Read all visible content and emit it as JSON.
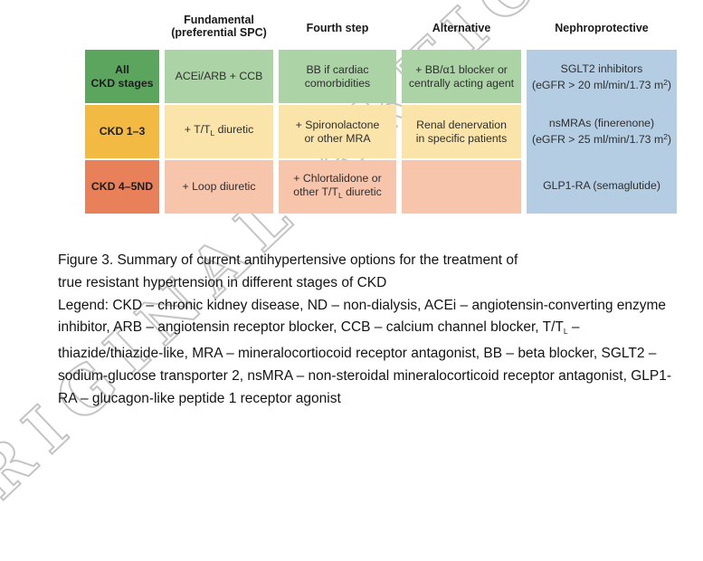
{
  "watermark": {
    "text": "ORIGINAL ARTICLE",
    "color": "#c4c4c4"
  },
  "table": {
    "headers": {
      "fundamental_line1": "Fundamental",
      "fundamental_line2": "(preferential SPC)",
      "fourth_step": "Fourth step",
      "alternative": "Alternative",
      "nephroprotective": "Nephroprotective"
    },
    "colors": {
      "stage_all": "#5ba55f",
      "cells_all": "#abd3a5",
      "stage_ckd13": "#f2ba43",
      "cells_ckd13": "#fbe4a9",
      "stage_ckd45": "#e8815a",
      "cells_ckd45": "#f7c4ac",
      "nephro_column": "#b4cde2"
    },
    "row_all": {
      "stage_line1": "All",
      "stage_line2": "CKD stages",
      "fundamental": "ACEi/ARB + CCB",
      "fourth_line1": "BB if cardiac",
      "fourth_line2": "comorbidities",
      "alt_line1": "+ BB/α1 blocker or",
      "alt_line2": "centrally acting agent"
    },
    "row_ckd13": {
      "stage": "CKD 1–3",
      "fund_pre": "+ T/T",
      "fund_sub": "L",
      "fund_post": " diuretic",
      "fourth_line1": "+ Spironolactone",
      "fourth_line2": "or other MRA",
      "alt_line1": "Renal denervation",
      "alt_line2": "in specific patients"
    },
    "row_ckd45": {
      "stage": "CKD 4–5ND",
      "fundamental": "+ Loop diuretic",
      "fourth_line1": "+ Chlortalidone or",
      "fourth_pre": "other T/T",
      "fourth_sub": "L",
      "fourth_post": " diuretic",
      "alternative": ""
    },
    "nephro": {
      "b1_line1": "SGLT2 inhibitors",
      "b1_egfr_pre": "(eGFR > 20 ml/min/1.73 m",
      "b1_egfr_sup": "2",
      "b1_egfr_post": ")",
      "b2_line1": "nsMRAs (finerenone)",
      "b2_egfr_pre": "(eGFR > 25 ml/min/1.73 m",
      "b2_egfr_sup": "2",
      "b2_egfr_post": ")",
      "b3_line1": "GLP1-RA (semaglutide)"
    }
  },
  "caption": {
    "l1": "Figure 3. Summary of current antihypertensive options for the treatment of",
    "l2": "true resistant hypertension in different stages of CKD",
    "l3": "Legend: CKD – chronic kidney disease, ND – non-dialysis, ACEi – angiotensin-converting enzyme",
    "l4_pre": "inhibitor, ARB – angiotensin receptor blocker, CCB – calcium channel blocker, T/T",
    "l4_sub": "L",
    "l4_post": " –",
    "l5": "thiazide/thiazide-like, MRA – mineralocortiocoid receptor antagonist, BB – beta blocker, SGLT2 –",
    "l6": "sodium-glucose transporter 2, nsMRA – non-steroidal mineralocorticoid receptor antagonist, GLP1-",
    "l7": "RA – glucagon-like peptide 1 receptor agonist"
  }
}
